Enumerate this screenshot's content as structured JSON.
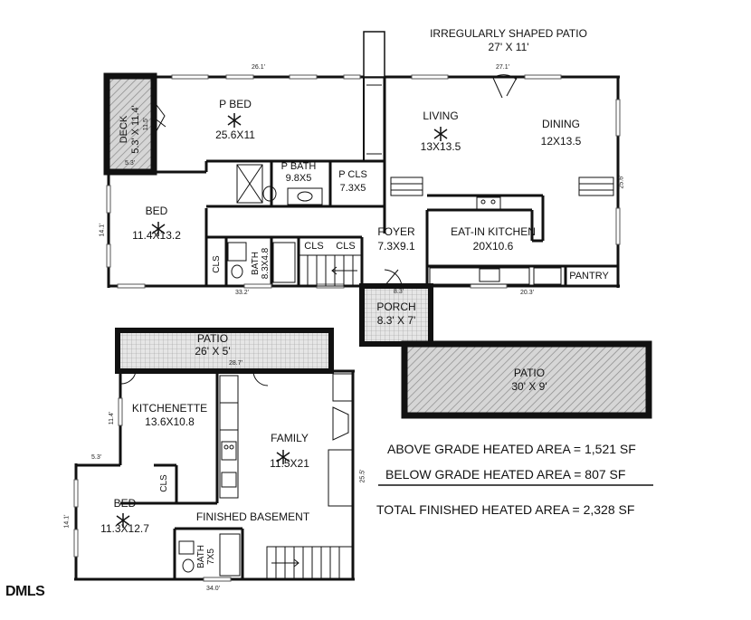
{
  "colors": {
    "wall": "#111111",
    "hatch_fill": "#d6d6d6",
    "window": "#ffffff"
  },
  "main_level": {
    "patio_title": "IRREGULARLY SHAPED PATIO",
    "patio_size": "27' X 11'",
    "deck_name": "DECK",
    "deck_size": "5.3' X 11.4'",
    "rooms": [
      {
        "name": "P BED",
        "size": "25.6X11"
      },
      {
        "name": "P BATH",
        "size": "9.8X5"
      },
      {
        "name": "P CLS",
        "size": "7.3X5"
      },
      {
        "name": "LIVING",
        "size": "13X13.5"
      },
      {
        "name": "DINING",
        "size": "12X13.5"
      },
      {
        "name": "BED",
        "size": "11.4X13.2"
      },
      {
        "name": "FOYER",
        "size": "7.3X9.1"
      },
      {
        "name": "EAT-IN KITCHEN",
        "size": "20X10.6"
      }
    ],
    "small_labels": {
      "cls_a": "CLS",
      "cls_b": "CLS",
      "cls_c": "CLS",
      "bath": "BATH",
      "bath_size": "8.3X4.8",
      "pantry": "PANTRY"
    },
    "porch_name": "PORCH",
    "porch_size": "8.3' X 7'",
    "dimensions": {
      "top": "26.1'",
      "patio_side": "27.1'",
      "right_side": "25.6'",
      "left_side": "14.1'",
      "bottom_left": "33.2'",
      "bottom_right": "20.3'",
      "porch_top": "8.3'",
      "deck_bottom": "5.3'",
      "deck_side": "11.5'"
    }
  },
  "patio_right": {
    "name": "PATIO",
    "size": "30' X 9'"
  },
  "basement": {
    "patio_name": "PATIO",
    "patio_size": "26' X 5'",
    "rooms": [
      {
        "name": "KITCHENETTE",
        "size": "13.6X10.8"
      },
      {
        "name": "FAMILY",
        "size": "11.5X21"
      },
      {
        "name": "BED",
        "size": "11.3X12.7"
      }
    ],
    "finished_label": "FINISHED BASEMENT",
    "cls": "CLS",
    "bath": "BATH",
    "bath_size": "7X5",
    "dimensions": {
      "top": "28.7'",
      "left_upper": "11.4'",
      "left_step": "5.3'",
      "left_lower": "14.1'",
      "right": "25.5'",
      "bottom": "34.0'"
    }
  },
  "areas": {
    "above": "ABOVE GRADE HEATED AREA = 1,521 SF",
    "below": "BELOW GRADE HEATED AREA = 807 SF",
    "total": "TOTAL FINISHED HEATED AREA = 2,328 SF"
  },
  "logo_text": "DMLS"
}
